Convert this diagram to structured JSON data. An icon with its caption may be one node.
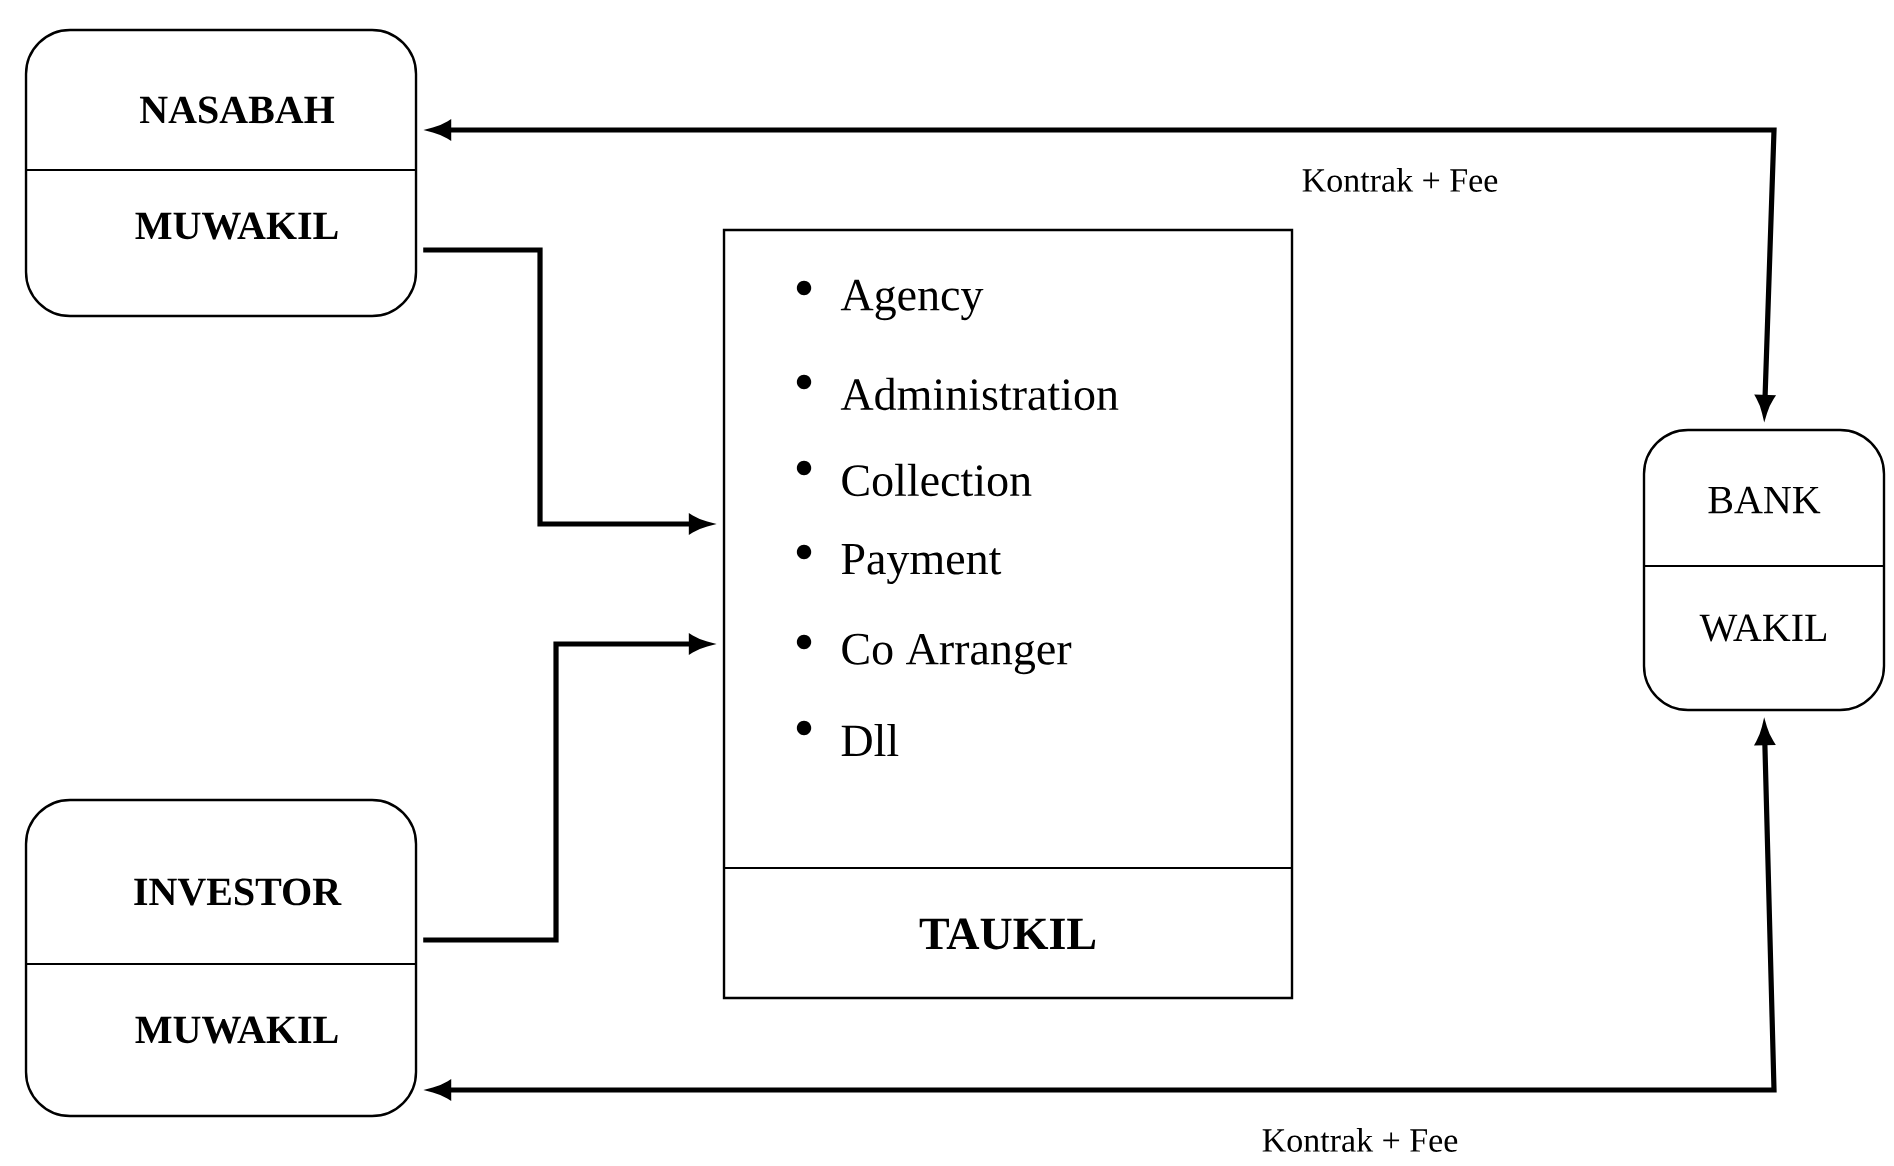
{
  "diagram": {
    "nodes": [
      {
        "text": [
          "NASABAH",
          "MUWAKIL"
        ]
      },
      {
        "text": [
          "Agency",
          "Administration",
          "Collection",
          "Payment",
          "Co Arranger",
          "Dll",
          "TAUKIL"
        ]
      },
      {
        "text": [
          "BANK",
          "WAKIL"
        ]
      },
      {
        "text": [
          "INVESTOR",
          "MUWAKIL"
        ]
      }
    ],
    "edges": [
      {
        "from": 2,
        "to": 0,
        "arrow": "both",
        "label": "Kontrak + Fee"
      },
      {
        "from": 0,
        "to": 1,
        "arrow": "to"
      },
      {
        "from": 3,
        "to": 1,
        "arrow": "to"
      },
      {
        "from": 2,
        "to": 3,
        "arrow": "both",
        "label": "Kontrak + Fee"
      }
    ]
  }
}
